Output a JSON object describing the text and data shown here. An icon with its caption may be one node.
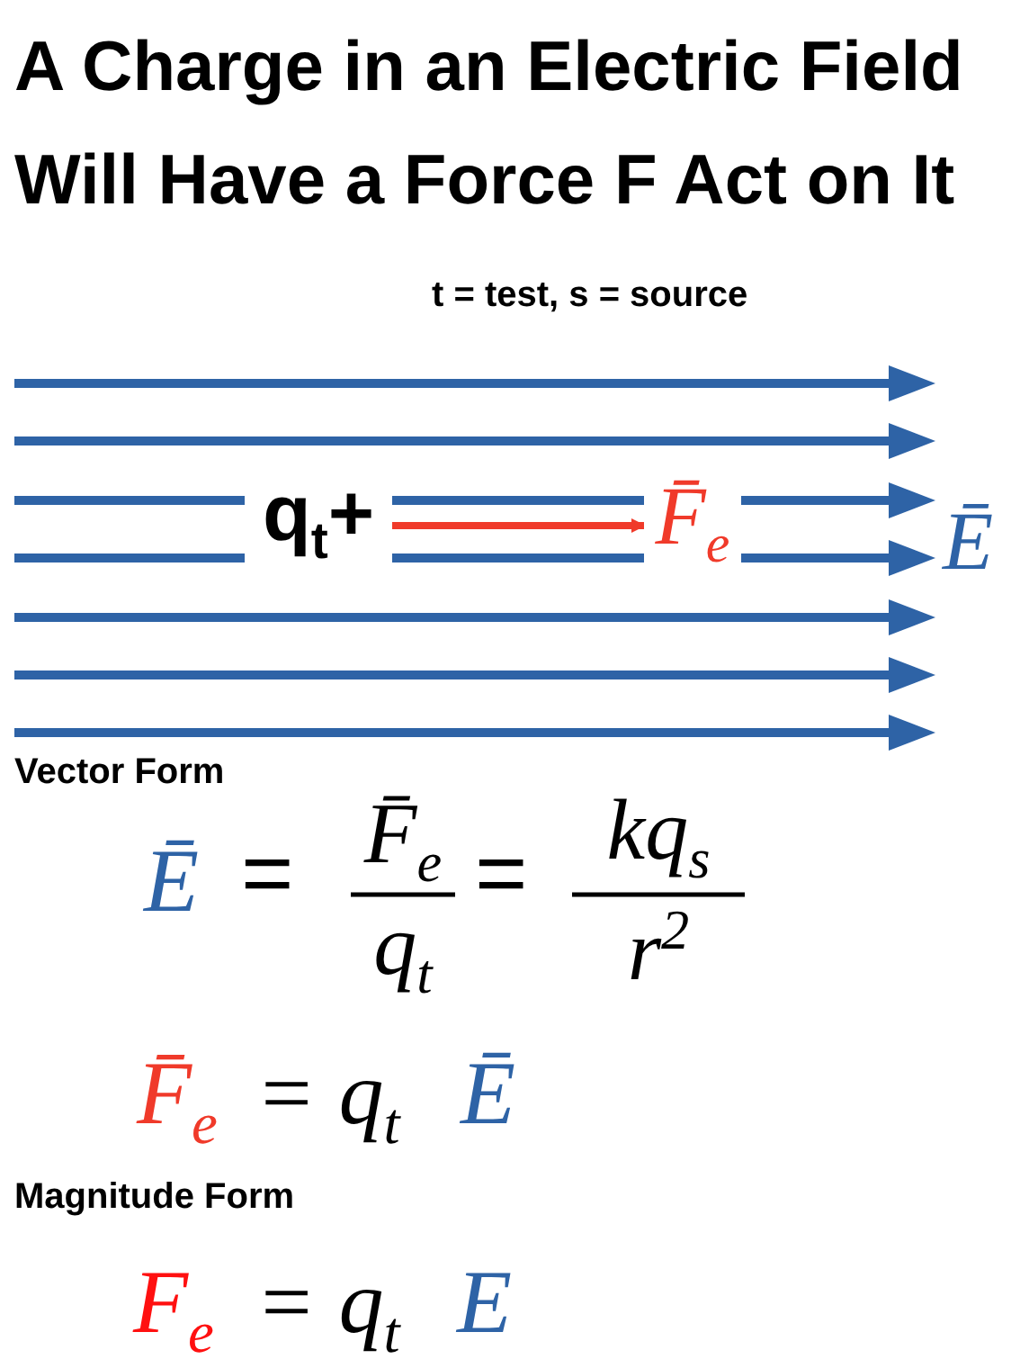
{
  "diagram": {
    "title": "A Charge in an Electric Field Will Have a Force F Act on It",
    "nodes": [
      {
        "text": [
          "q$_{t}$+"
        ]
      },
      {
        "text": [
          "F̄$_{e}$"
        ]
      }
    ],
    "edges": [
      {
        "from": 0,
        "to": 1,
        "arrow": "to"
      }
    ],
    "labels": [
      "t = test, s = source",
      "Ē",
      "Vector Form",
      "Ē",
      "=",
      "F̄$_{e}$",
      "q$_{t}$",
      "=",
      "kq$_{s}$",
      "r$^{2}$",
      "F̄$_{e}$",
      "= q$_{t}$",
      "Ē",
      "Magnitude Form",
      "F$_{e}$",
      "= q$_{t}$",
      "E"
    ]
  }
}
